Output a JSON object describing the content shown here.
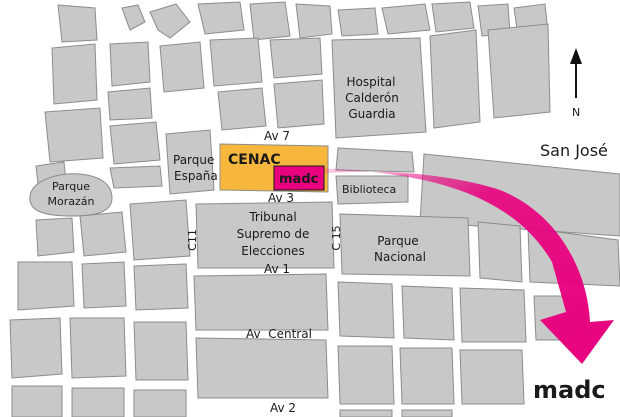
{
  "labels": {
    "hospital": [
      "Hospital",
      "Calderón",
      "Guardia"
    ],
    "north": "N",
    "city": "San José",
    "av7": "Av 7",
    "parque_espana": [
      "Parque",
      "España"
    ],
    "cenac": "CENAC",
    "madc_small": "madc",
    "biblioteca": "Biblioteca",
    "parque_morazan": [
      "Parque",
      "Morazán"
    ],
    "av3": "Av 3",
    "c11": "C11",
    "c15": "C 15",
    "tribunal": [
      "Tribunal",
      "Supremo de",
      "Elecciones"
    ],
    "parque_nacional": [
      "Parque",
      "Nacional"
    ],
    "av1": "Av 1",
    "av_central": "Av  Central",
    "av2": "Av 2",
    "madc_big": "madc"
  },
  "colors": {
    "block": "#c8c8c8",
    "block_stroke": "#8c8c8c",
    "cenac": "#f6b73c",
    "madc": "#e8007e",
    "text": "#1a1a1a"
  },
  "icons": {
    "north_arrow": "north-arrow-icon",
    "destination_arrow": "curved-arrow-icon"
  }
}
